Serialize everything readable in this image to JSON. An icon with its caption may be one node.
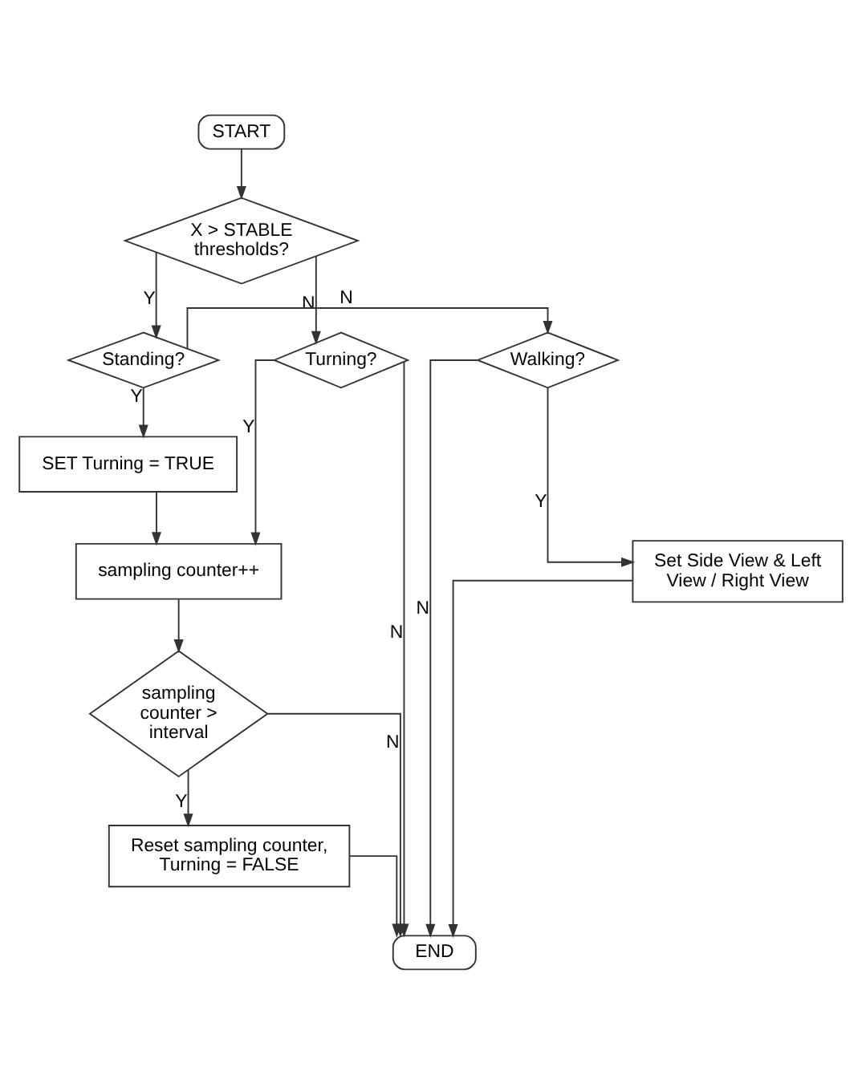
{
  "diagram": {
    "nodes": [
      {
        "text": [
          "START"
        ]
      },
      {
        "text": [
          "X > STABLE thresholds?"
        ]
      },
      {
        "text": [
          "Turning?"
        ]
      },
      {
        "text": [
          "Standing?"
        ]
      },
      {
        "text": [
          "Walking?"
        ]
      },
      {
        "text": [
          "SET Turning = TRUE"
        ]
      },
      {
        "text": [
          "sampling counter++"
        ]
      },
      {
        "text": [
          "sampling counter > interval"
        ]
      },
      {
        "text": [
          "Set Side View & Left View / Right View"
        ]
      },
      {
        "text": [
          "Reset sampling counter, Turning = FALSE"
        ]
      },
      {
        "text": [
          "END"
        ]
      }
    ],
    "edges": [
      {
        "from": 0,
        "to": 1,
        "arrow": "to"
      },
      {
        "from": 1,
        "to": 2,
        "label": "N",
        "arrow": "to"
      },
      {
        "from": 1,
        "to": 3,
        "label": "Y",
        "arrow": "to"
      },
      {
        "from": 3,
        "to": 4,
        "label": "N",
        "arrow": "to"
      },
      {
        "from": 2,
        "to": 10,
        "label": "N",
        "arrow": "to"
      },
      {
        "from": 4,
        "to": 10,
        "label": "N",
        "arrow": "to"
      },
      {
        "from": 3,
        "to": 5,
        "label": "Y",
        "arrow": "to"
      },
      {
        "from": 2,
        "to": 6,
        "label": "Y",
        "arrow": "to"
      },
      {
        "from": 4,
        "to": 8,
        "label": "Y",
        "arrow": "to"
      },
      {
        "from": 5,
        "to": 6,
        "arrow": "to"
      },
      {
        "from": 6,
        "to": 7,
        "arrow": "to"
      },
      {
        "from": 7,
        "to": 9,
        "label": "Y",
        "arrow": "to"
      },
      {
        "from": 7,
        "to": 10,
        "label": "N",
        "arrow": "to"
      },
      {
        "from": 9,
        "to": 10,
        "arrow": "to"
      },
      {
        "from": 8,
        "to": 10,
        "arrow": "to"
      }
    ]
  }
}
